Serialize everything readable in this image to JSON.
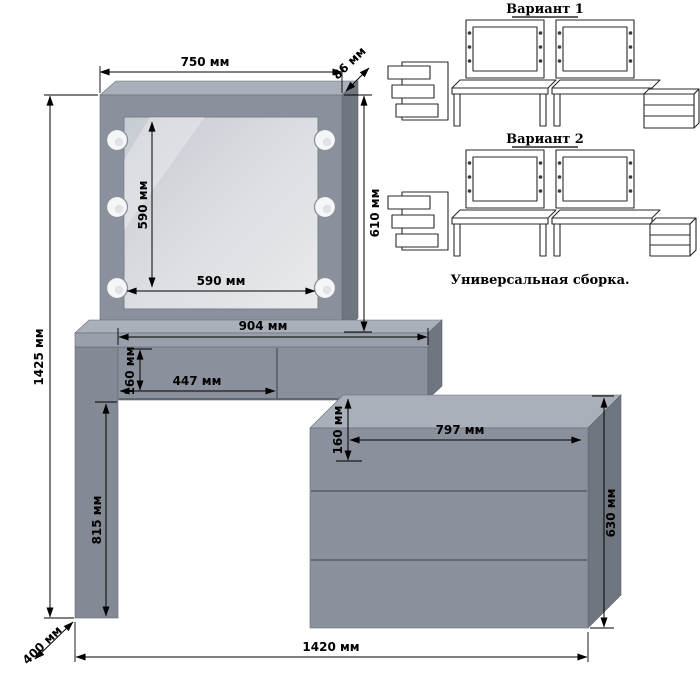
{
  "page": {
    "background": "#ffffff"
  },
  "diagram": {
    "dimensions": {
      "mirror_frame_width": "750 мм",
      "mirror_frame_depth": "86 мм",
      "mirror_glass_height": "590 мм",
      "mirror_frame_height": "610 мм",
      "mirror_glass_width": "590 мм",
      "total_height": "1425 мм",
      "tabletop_width": "904 мм",
      "table_drawer_height": "160 мм",
      "table_drawer_width": "447 мм",
      "table_height": "815 мм",
      "chest_top_drawer_height": "160 мм",
      "chest_drawer_width": "797 мм",
      "chest_height": "630 мм",
      "total_width": "1420 мм",
      "total_depth": "400 мм"
    },
    "colors": {
      "furniture_front": "#8b919c",
      "furniture_top": "#aab0ba",
      "furniture_side": "#70767f",
      "mirror_glass_light": "#e8eaec",
      "mirror_glass_dark": "#c7cbd2",
      "dimension_lines": "#000000",
      "background": "#ffffff"
    }
  },
  "variants": {
    "variant1_label": "Вариант 1",
    "variant2_label": "Вариант 2",
    "note": "Универсальная сборка."
  }
}
